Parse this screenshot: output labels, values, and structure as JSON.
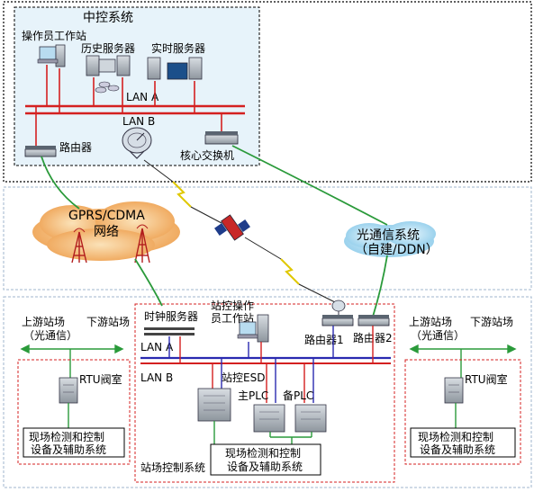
{
  "central_control": {
    "title": "中控系统",
    "operator_station": "操作员工作站",
    "history_server": "历史服务器",
    "realtime_server": "实时服务器",
    "lan_a": "LAN A",
    "lan_b": "LAN B",
    "router": "路由器",
    "core_switch": "核心交换机"
  },
  "network": {
    "gprs_label_line1": "GPRS/CDMA",
    "gprs_label_line2": "网络",
    "optical_label_line1": "光通信系统",
    "optical_label_line2": "（自建/DDN）"
  },
  "station": {
    "clock_server": "时钟服务器",
    "station_operator_line1": "站控操作",
    "station_operator_line2": "员工作站",
    "lan_a": "LAN A",
    "lan_b": "LAN B",
    "router1": "路由器1",
    "router2": "路由器2",
    "esd": "站控ESD",
    "main_plc": "主PLC",
    "backup_plc": "备PLC",
    "field_line1": "现场检测和控制",
    "field_line2": "设备及辅助系统",
    "system_label": "站场控制系统"
  },
  "left_rtu": {
    "upstream": "上游站场",
    "optical": "（光通信）",
    "downstream": "下游站场",
    "rtu": "RTU阀室",
    "field_line1": "现场检测和控制",
    "field_line2": "设备及辅助系统"
  },
  "right_rtu": {
    "upstream": "上游站场",
    "optical": "（光通信）",
    "downstream": "下游站场",
    "rtu": "RTU阀室",
    "field_line1": "现场检测和控制",
    "field_line2": "设备及辅助系统"
  },
  "colors": {
    "lan_red": "#d42020",
    "lan_blue": "#2a2ab0",
    "link_green": "#2a9a3a",
    "cloud_orange": "#f2b26a",
    "cloud_blue": "#a9d8f0",
    "panel_bg": "#e7f3fa"
  }
}
